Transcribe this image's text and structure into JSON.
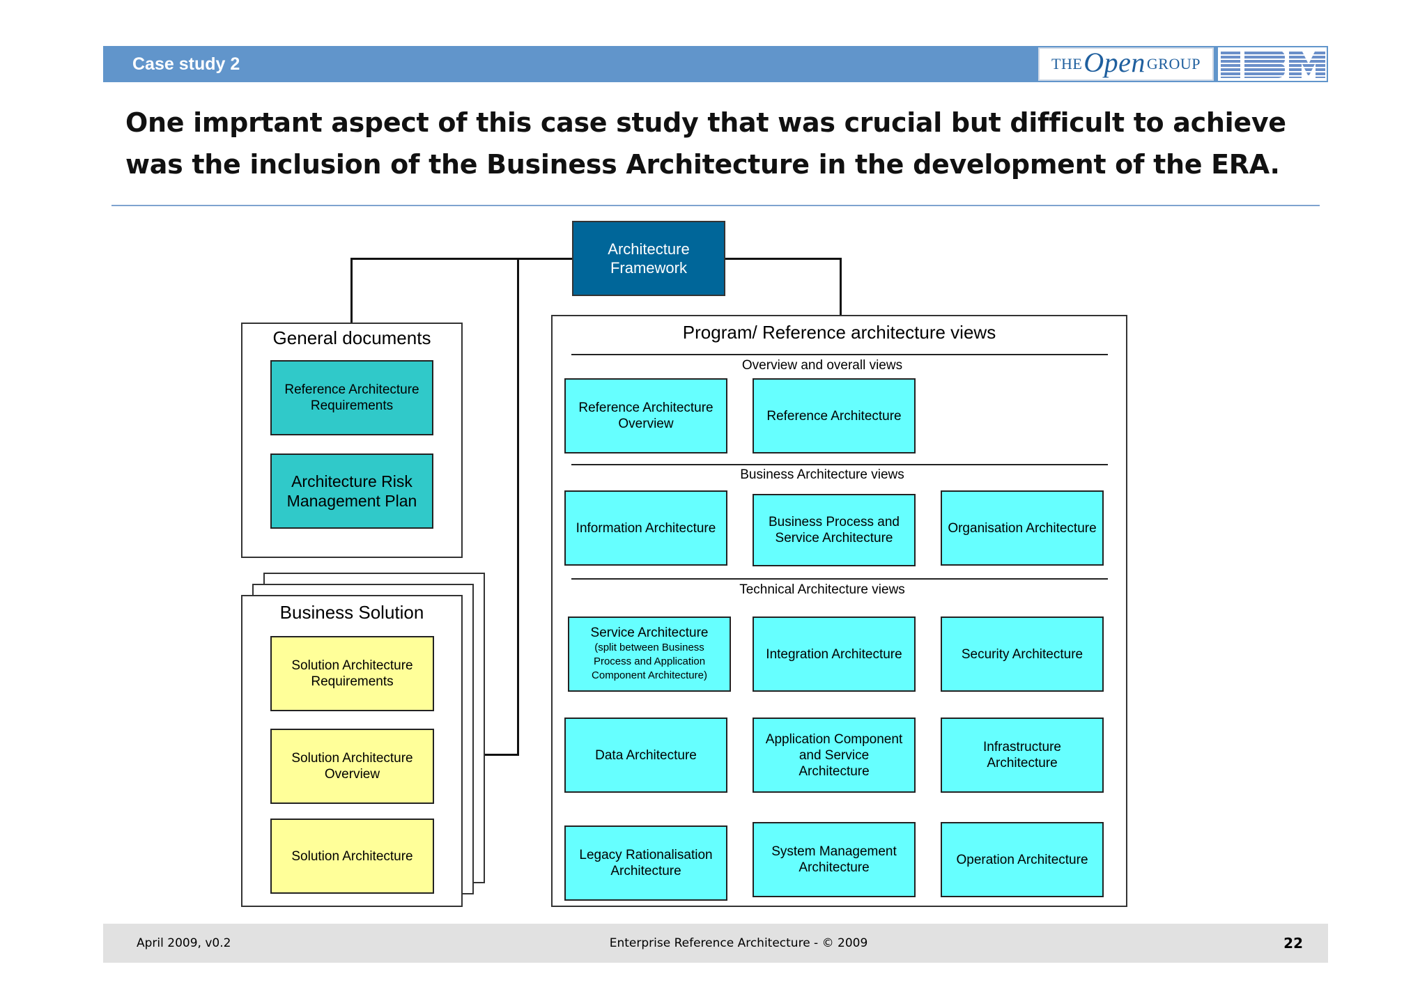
{
  "header": {
    "title": "Case study 2",
    "logo_opengroup": {
      "the": "THE",
      "open": "Open",
      "group": "GROUP"
    },
    "logo_ibm": "IBM"
  },
  "heading": "One imprtant aspect of this case study that was crucial but difficult to achieve was the inclusion of the Business Architecture in the development of the ERA.",
  "diagram": {
    "root": "Architecture Framework",
    "general_documents": {
      "title": "General documents",
      "items": [
        "Reference Architecture Requirements",
        "Architecture Risk Management Plan"
      ]
    },
    "business_solution": {
      "title": "Business Solution",
      "items": [
        "Solution Architecture Requirements",
        "Solution Architecture Overview",
        "Solution Architecture"
      ]
    },
    "program": {
      "title": "Program/ Reference architecture views",
      "overview": {
        "label": "Overview and  overall views",
        "items": [
          "Reference Architecture Overview",
          "Reference Architecture"
        ]
      },
      "business": {
        "label": "Business Architecture views",
        "items": [
          "Information Architecture",
          "Business Process and Service Architecture",
          "Organisation Architecture"
        ]
      },
      "technical": {
        "label": "Technical Architecture views",
        "service": {
          "title": "Service Architecture",
          "note": "(split between Business Process and Application Component Architecture)"
        },
        "items": [
          "Integration Architecture",
          "Security Architecture",
          "Data Architecture",
          "Application Component and Service Architecture",
          "Infrastructure Architecture",
          "Legacy Rationalisation Architecture",
          "System Management Architecture",
          "Operation Architecture"
        ]
      }
    }
  },
  "footer": {
    "date": "April 2009, v0.2",
    "center": "Enterprise Reference Architecture - © 2009",
    "page": "22"
  },
  "colors": {
    "header_bar": "#6195cb",
    "framework_box": "#006699",
    "general_docs_box": "#30c9c9",
    "program_box": "#66ffff",
    "solution_box": "#ffff99",
    "footer_bar": "#e1e1e1"
  }
}
